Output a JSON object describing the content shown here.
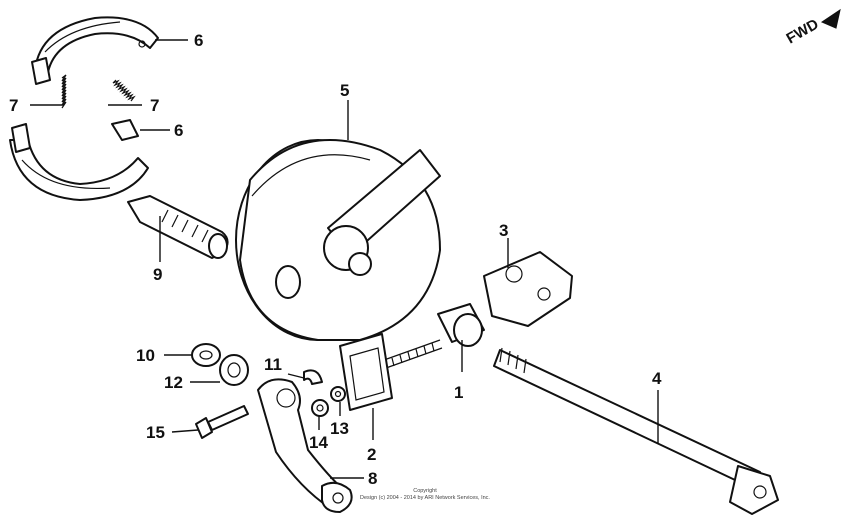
{
  "direction_label": "FWD",
  "callouts": [
    {
      "id": "p1",
      "label": "1"
    },
    {
      "id": "p2",
      "label": "2"
    },
    {
      "id": "p3",
      "label": "3"
    },
    {
      "id": "p4",
      "label": "4"
    },
    {
      "id": "p5",
      "label": "5"
    },
    {
      "id": "p6a",
      "label": "6"
    },
    {
      "id": "p6b",
      "label": "6"
    },
    {
      "id": "p7a",
      "label": "7"
    },
    {
      "id": "p7b",
      "label": "7"
    },
    {
      "id": "p8",
      "label": "8"
    },
    {
      "id": "p9",
      "label": "9"
    },
    {
      "id": "p10",
      "label": "10"
    },
    {
      "id": "p11",
      "label": "11"
    },
    {
      "id": "p12",
      "label": "12"
    },
    {
      "id": "p13",
      "label": "13"
    },
    {
      "id": "p14",
      "label": "14"
    },
    {
      "id": "p15",
      "label": "15"
    }
  ],
  "copyright": {
    "line1": "Copyright",
    "line2": "Design (c) 2004 - 2014 by ARI Network Services, Inc."
  }
}
